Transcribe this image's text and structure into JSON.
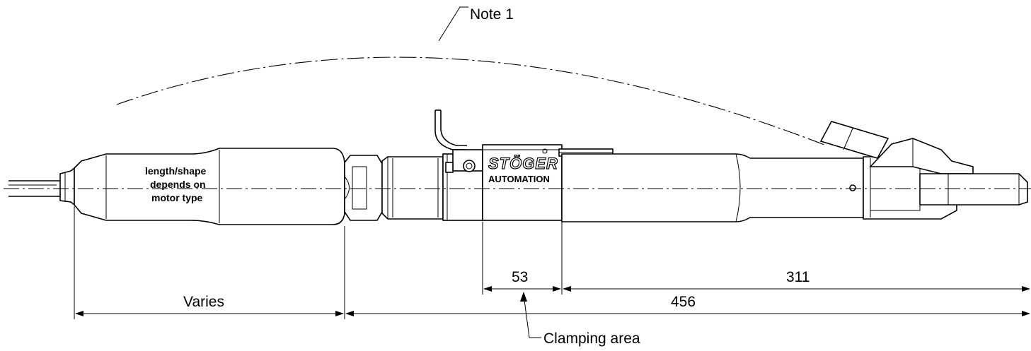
{
  "labels": {
    "note": "Note 1",
    "motor_line1": "length/shape",
    "motor_line2": "depends on",
    "motor_line3": "motor type",
    "brand_name": "STÖGER",
    "brand_sub": "AUTOMATION",
    "clamping": "Clamping area"
  },
  "dimensions": {
    "varies": "Varies",
    "d53": "53",
    "d311": "311",
    "d456": "456"
  }
}
